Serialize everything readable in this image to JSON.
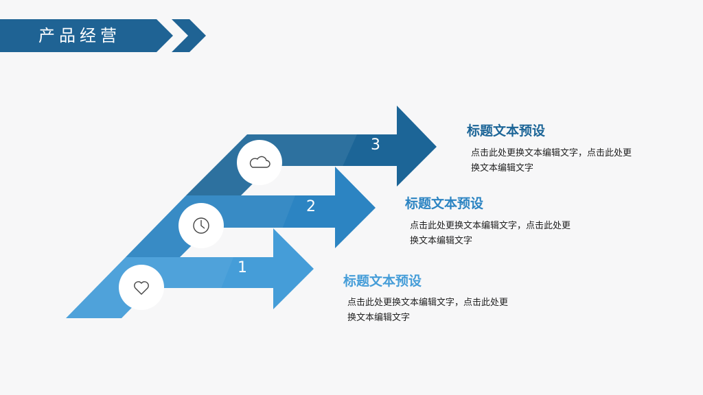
{
  "header": {
    "title": "产品经营",
    "color": "#1f6394"
  },
  "steps": [
    {
      "number": "1",
      "icon": "heart-icon",
      "color": "#459dd8",
      "title": "标题文本预设",
      "description": "点击此处更换文本编辑文字，点击此处更换文本编辑文字"
    },
    {
      "number": "2",
      "icon": "clock-icon",
      "color": "#2c84c2",
      "title": "标题文本预设",
      "description": "点击此处更换文本编辑文字，点击此处更换文本编辑文字"
    },
    {
      "number": "3",
      "icon": "cloud-icon",
      "color": "#1c6597",
      "title": "标题文本预设",
      "description": "点击此处更换文本编辑文字，点击此处更换文本编辑文字"
    }
  ]
}
